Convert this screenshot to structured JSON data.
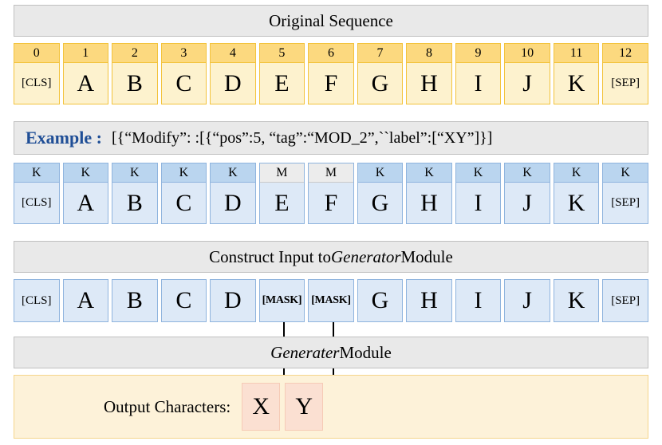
{
  "sections": {
    "original_sequence_title": "Original Sequence",
    "construct_input_title_prefix": "Construct Input to ",
    "construct_input_title_italic": "Generator",
    "construct_input_title_suffix": " Module",
    "generator_module_italic": "Generater",
    "generator_module_suffix": " Module"
  },
  "example": {
    "label": "Example :",
    "text": "[{“Modify”: :[{“pos”:5, “tag”:“MOD_2”,``label”:[“XY”]}]"
  },
  "original_sequence": {
    "indices": [
      "0",
      "1",
      "2",
      "3",
      "4",
      "5",
      "6",
      "7",
      "8",
      "9",
      "10",
      "11",
      "12"
    ],
    "tokens": [
      "[CLS]",
      "A",
      "B",
      "C",
      "D",
      "E",
      "F",
      "G",
      "H",
      "I",
      "J",
      "K",
      "[SEP]"
    ],
    "small_token_flags": [
      true,
      false,
      false,
      false,
      false,
      false,
      false,
      false,
      false,
      false,
      false,
      false,
      true
    ]
  },
  "tagged_sequence": {
    "tags": [
      "K",
      "K",
      "K",
      "K",
      "K",
      "M",
      "M",
      "K",
      "K",
      "K",
      "K",
      "K",
      "K"
    ],
    "tokens": [
      "[CLS]",
      "A",
      "B",
      "C",
      "D",
      "E",
      "F",
      "G",
      "H",
      "I",
      "J",
      "K",
      "[SEP]"
    ],
    "masked_flags": [
      false,
      false,
      false,
      false,
      false,
      true,
      true,
      false,
      false,
      false,
      false,
      false,
      false
    ],
    "small_token_flags": [
      true,
      false,
      false,
      false,
      false,
      false,
      false,
      false,
      false,
      false,
      false,
      false,
      true
    ]
  },
  "generator_input": {
    "tokens": [
      "[CLS]",
      "A",
      "B",
      "C",
      "D",
      "[MASK]",
      "[MASK]",
      "G",
      "H",
      "I",
      "J",
      "K",
      "[SEP]"
    ],
    "mask_flags": [
      false,
      false,
      false,
      false,
      false,
      true,
      true,
      false,
      false,
      false,
      false,
      false,
      false
    ],
    "small_token_flags": [
      true,
      false,
      false,
      false,
      false,
      false,
      false,
      false,
      false,
      false,
      false,
      false,
      true
    ]
  },
  "output": {
    "label": "Output Characters:",
    "characters": [
      "X",
      "Y"
    ]
  },
  "colors": {
    "yellow_border": "#f3c33c",
    "yellow_tag_bg": "#fcd97f",
    "yellow_cell_bg": "#fdf2ce",
    "blue_border": "#8fb4de",
    "blue_tag_bg": "#bad5ef",
    "blue_cell_bg": "#dde9f7",
    "mask_tag_bg": "#ececec",
    "banner_bg": "#e9e9e9",
    "banner_border": "#c0c0c0",
    "example_label": "#1f4e96",
    "output_panel_bg": "#fdf2d9",
    "output_panel_border": "#f5d58b",
    "output_box_bg": "#fbe0d2",
    "output_box_border": "#f6cbb6"
  }
}
